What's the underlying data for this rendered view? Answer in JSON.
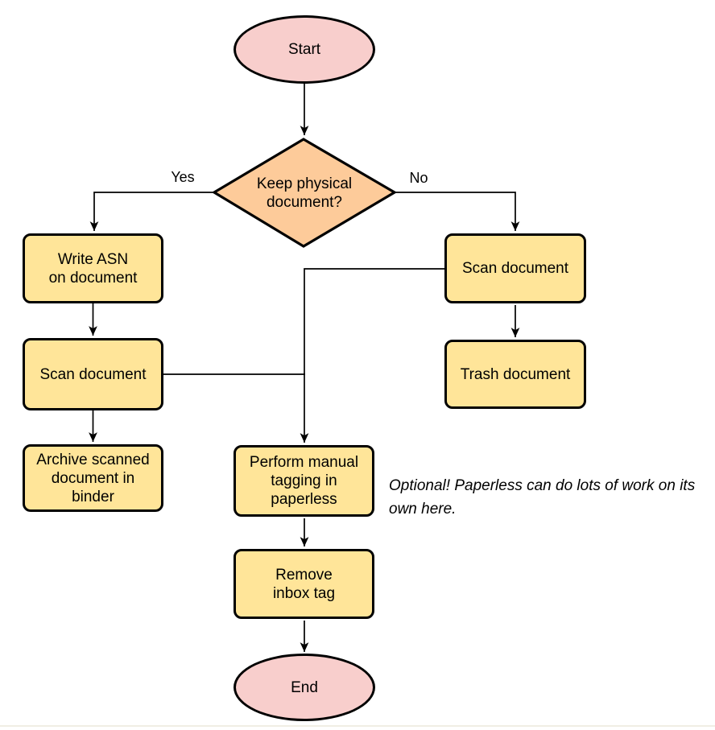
{
  "diagram": {
    "type": "flowchart",
    "colors": {
      "background": "#ffffff",
      "terminal_fill": "#f8cecc",
      "decision_fill": "#fdcb9a",
      "process_fill": "#ffe599",
      "stroke": "#000000"
    },
    "nodes": {
      "start": {
        "type": "terminal",
        "label": "Start"
      },
      "decision": {
        "type": "decision",
        "label": "Keep physical\ndocument?"
      },
      "write_asn": {
        "type": "process",
        "label": "Write ASN\non document"
      },
      "scan_left": {
        "type": "process",
        "label": "Scan document"
      },
      "archive": {
        "type": "process",
        "label": "Archive scanned\ndocument in\nbinder"
      },
      "scan_right": {
        "type": "process",
        "label": "Scan document"
      },
      "trash": {
        "type": "process",
        "label": "Trash document"
      },
      "tagging": {
        "type": "process",
        "label": "Perform manual\ntagging in\npaperless"
      },
      "remove_inbox": {
        "type": "process",
        "label": "Remove\ninbox tag"
      },
      "end": {
        "type": "terminal",
        "label": "End"
      }
    },
    "edge_labels": {
      "yes": "Yes",
      "no": "No"
    },
    "note": "Optional! Paperless can do lots of work on its own here."
  }
}
